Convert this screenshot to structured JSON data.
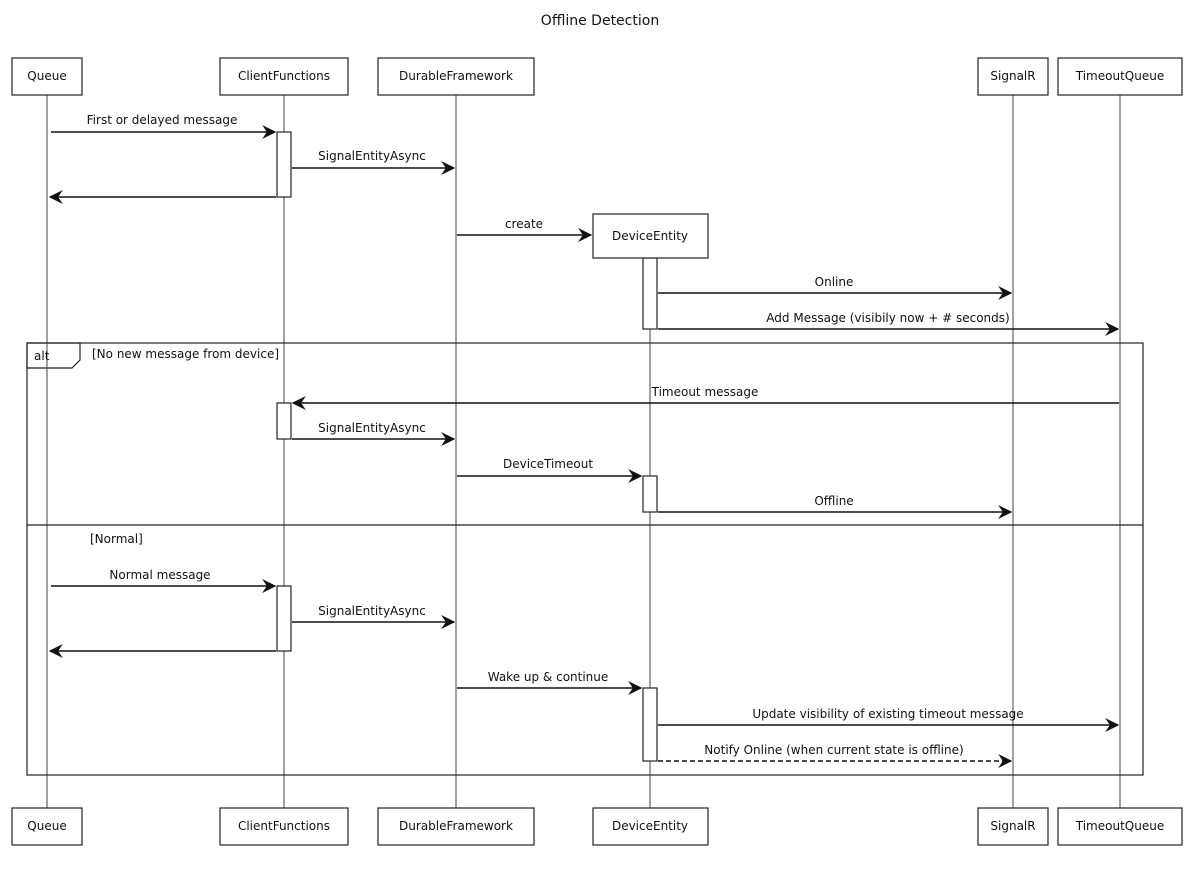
{
  "title": "Offline Detection",
  "participants": [
    {
      "id": "queue",
      "label": "Queue"
    },
    {
      "id": "clientfunctions",
      "label": "ClientFunctions"
    },
    {
      "id": "durableframework",
      "label": "DurableFramework"
    },
    {
      "id": "deviceentity",
      "label": "DeviceEntity"
    },
    {
      "id": "signalr",
      "label": "SignalR"
    },
    {
      "id": "timeoutqueue",
      "label": "TimeoutQueue"
    }
  ],
  "messages": [
    {
      "from": "queue",
      "to": "clientfunctions",
      "label": "First or delayed message"
    },
    {
      "from": "clientfunctions",
      "to": "durableframework",
      "label": "SignalEntityAsync"
    },
    {
      "from": "clientfunctions",
      "to": "queue",
      "label": ""
    },
    {
      "from": "durableframework",
      "to": "deviceentity",
      "label": "create"
    },
    {
      "from": "deviceentity",
      "to": "signalr",
      "label": "Online"
    },
    {
      "from": "deviceentity",
      "to": "timeoutqueue",
      "label": "Add Message (visibily now + # seconds)"
    },
    {
      "from": "timeoutqueue",
      "to": "clientfunctions",
      "label": "Timeout message"
    },
    {
      "from": "clientfunctions",
      "to": "durableframework",
      "label": "SignalEntityAsync"
    },
    {
      "from": "durableframework",
      "to": "deviceentity",
      "label": "DeviceTimeout"
    },
    {
      "from": "deviceentity",
      "to": "signalr",
      "label": "Offline"
    },
    {
      "from": "queue",
      "to": "clientfunctions",
      "label": "Normal message"
    },
    {
      "from": "clientfunctions",
      "to": "durableframework",
      "label": "SignalEntityAsync"
    },
    {
      "from": "clientfunctions",
      "to": "queue",
      "label": ""
    },
    {
      "from": "durableframework",
      "to": "deviceentity",
      "label": "Wake up & continue"
    },
    {
      "from": "deviceentity",
      "to": "timeoutqueue",
      "label": "Update visibility of existing timeout message"
    },
    {
      "from": "deviceentity",
      "to": "signalr",
      "label": "Notify Online (when current state is offline)",
      "dashed": true
    }
  ],
  "alt": {
    "keyword": "alt",
    "conditions": [
      "[No new message from device]",
      "[Normal]"
    ]
  }
}
